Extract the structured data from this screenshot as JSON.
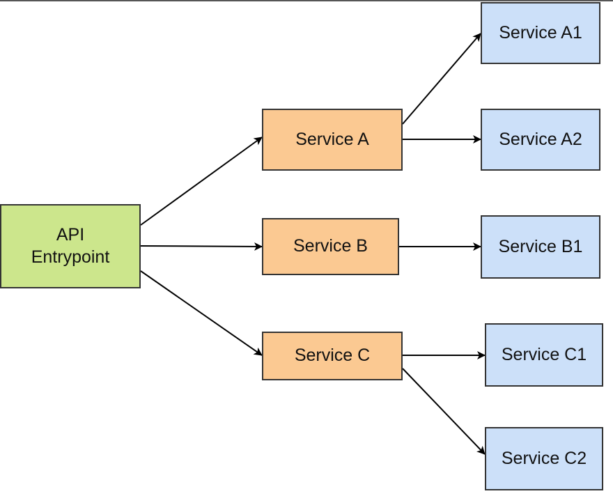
{
  "diagram": {
    "nodes": {
      "api": {
        "label": "API\nEntrypoint",
        "fill": "#cce68c"
      },
      "a": {
        "label": "Service A",
        "fill": "#fbc992"
      },
      "b": {
        "label": "Service B",
        "fill": "#fbc992"
      },
      "c": {
        "label": "Service C",
        "fill": "#fbc992"
      },
      "a1": {
        "label": "Service A1",
        "fill": "#cce0f9"
      },
      "a2": {
        "label": "Service A2",
        "fill": "#cce0f9"
      },
      "b1": {
        "label": "Service B1",
        "fill": "#cce0f9"
      },
      "c1": {
        "label": "Service C1",
        "fill": "#cce0f9"
      },
      "c2": {
        "label": "Service C2",
        "fill": "#cce0f9"
      }
    },
    "edges": [
      {
        "from": "API Entrypoint",
        "to": "Service A"
      },
      {
        "from": "API Entrypoint",
        "to": "Service B"
      },
      {
        "from": "API Entrypoint",
        "to": "Service C"
      },
      {
        "from": "Service A",
        "to": "Service A1"
      },
      {
        "from": "Service A",
        "to": "Service A2"
      },
      {
        "from": "Service B",
        "to": "Service B1"
      },
      {
        "from": "Service C",
        "to": "Service C1"
      },
      {
        "from": "Service C",
        "to": "Service C2"
      }
    ],
    "colors": {
      "stroke": "#333333",
      "arrow": "#000000"
    }
  }
}
